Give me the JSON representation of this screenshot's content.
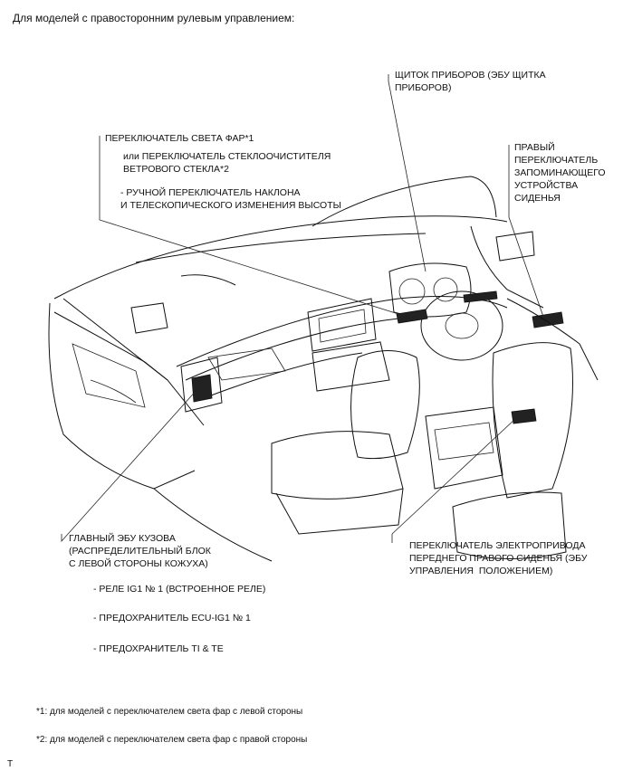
{
  "header": "Для моделей с правосторонним рулевым управлением:",
  "labels": {
    "combination_meter": "ЩИТОК ПРИБОРОВ (ЭБУ ЩИТКА\nПРИБОРОВ)",
    "headlight_switch": "ПЕРЕКЛЮЧАТЕЛЬ СВЕТА ФАР*1",
    "wiper_switch": "или ПЕРЕКЛЮЧАТЕЛЬ СТЕКЛООЧИСТИТЕЛЯ\nВЕТРОВОГО СТЕКЛА*2",
    "tilt_telescopic": "- РУЧНОЙ ПЕРЕКЛЮЧАТЕЛЬ НАКЛОНА\nИ ТЕЛЕСКОПИЧЕСКОГО ИЗМЕНЕНИЯ ВЫСОТЫ",
    "seat_memory_switch": "ПРАВЫЙ\nПЕРЕКЛЮЧАТЕЛЬ\nЗАПОМИНАЮЩЕГО\nУСТРОЙСТВА\nСИДЕНЬЯ",
    "main_body_ecu": "ГЛАВНЫЙ ЭБУ КУЗОВА\n(РАСПРЕДЕЛИТЕЛЬНЫЙ БЛОК\nС ЛЕВОЙ СТОРОНЫ КОЖУХА)",
    "relay_ig1": "- РЕЛЕ IG1 № 1 (ВСТРОЕННОЕ РЕЛЕ)",
    "fuse_ecu_ig1": "- ПРЕДОХРАНИТЕЛЬ ECU-IG1 № 1",
    "fuse_ti_te": "- ПРЕДОХРАНИТЕЛЬ TI & TE",
    "power_seat_switch": "ПЕРЕКЛЮЧАТЕЛЬ ЭЛЕКТРОПРИВОДА\nПЕРЕДНЕГО ПРАВОГО СИДЕНЬЯ (ЭБУ\nУПРАВЛЕНИЯ  ПОЛОЖЕНИЕМ)"
  },
  "footnotes": {
    "note1": "*1: для моделей с переключателем света фар с левой стороны",
    "note2": "*2: для моделей с переключателем света фар с правой стороны"
  },
  "corner_mark": "T"
}
